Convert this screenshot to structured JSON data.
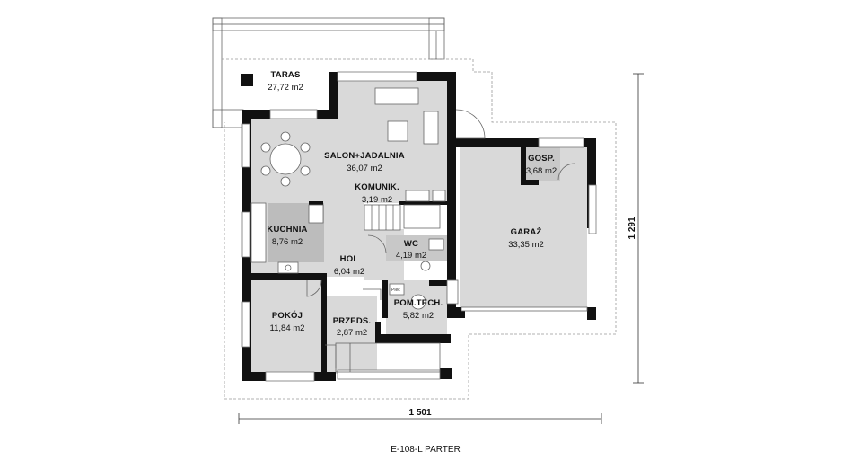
{
  "rooms": {
    "taras": {
      "name": "TARAS",
      "area": "27,72 m2"
    },
    "salon": {
      "name": "SALON+JADALNIA",
      "area": "36,07 m2"
    },
    "komunik": {
      "name": "KOMUNIK.",
      "area": "3,19 m2"
    },
    "gosp": {
      "name": "GOSP.",
      "area": "3,68 m2"
    },
    "garaz": {
      "name": "GARAŻ",
      "area": "33,35 m2"
    },
    "kuchnia": {
      "name": "KUCHNIA",
      "area": "8,76 m2"
    },
    "wc": {
      "name": "WC",
      "area": "4,19 m2"
    },
    "hol": {
      "name": "HOL",
      "area": "6,04 m2"
    },
    "pomtech": {
      "name": "POM.TECH.",
      "area": "5,82 m2"
    },
    "pokoj": {
      "name": "POKÓJ",
      "area": "11,84 m2"
    },
    "przeds": {
      "name": "PRZEDS.",
      "area": "2,87 m2"
    }
  },
  "appliance": {
    "label": "Piec"
  },
  "dimensions": {
    "width": "1 501",
    "height": "1 291"
  },
  "title": "E-108-L PARTER",
  "colors": {
    "wall": "#111111",
    "shade": "#d9d9d9",
    "dark_shade": "#bcbcbc",
    "mid_shade": "#c8c8c8"
  }
}
